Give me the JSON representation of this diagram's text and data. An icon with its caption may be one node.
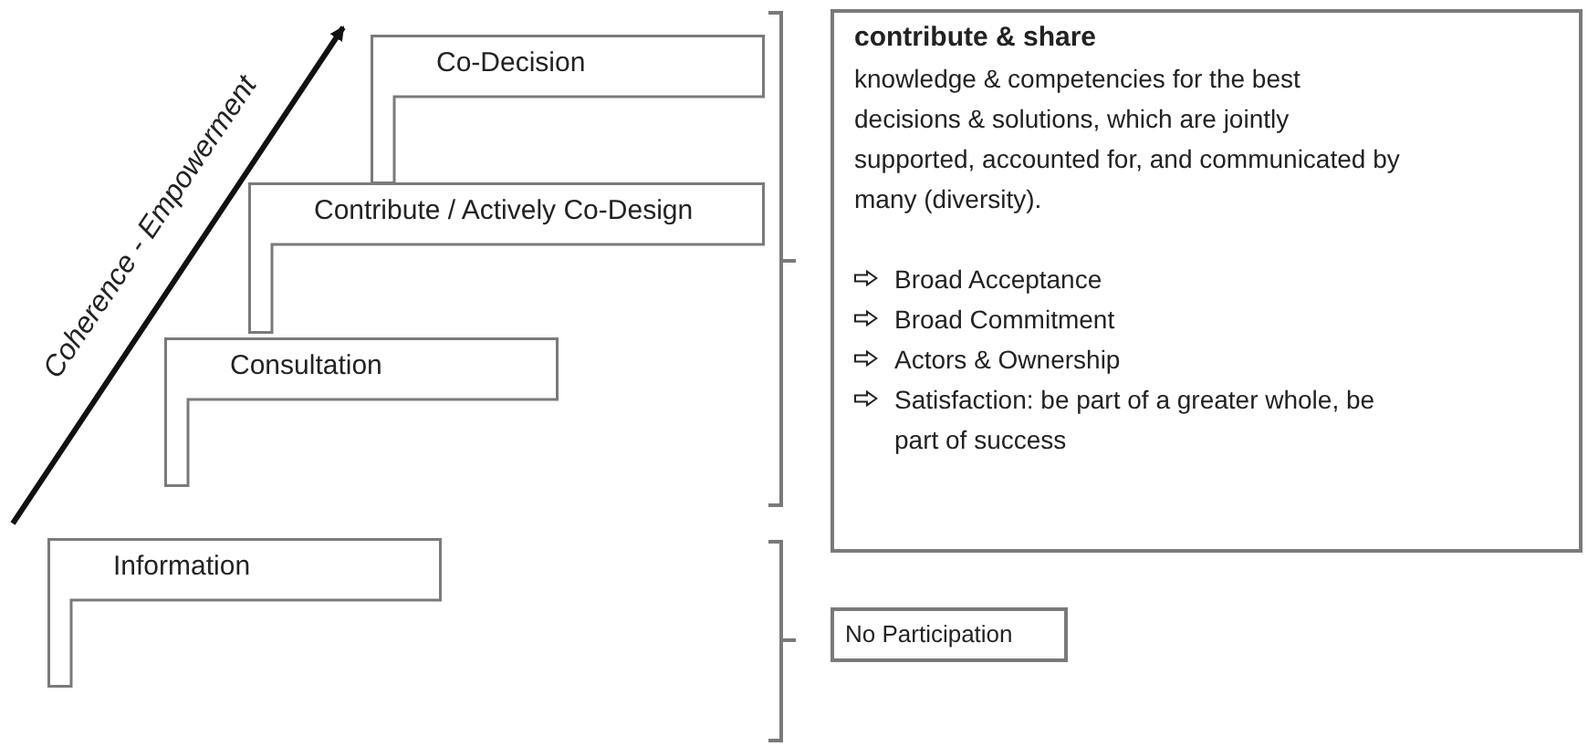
{
  "diagram": {
    "nodes": [
      {
        "text": [
          "Co-Decision"
        ]
      },
      {
        "text": [
          "Contribute / Actively Co-Design"
        ]
      },
      {
        "text": [
          "Consultation"
        ]
      },
      {
        "text": [
          "Information"
        ]
      },
      {
        "text": [
          "contribute & share",
          "knowledge & competencies for the best decisions & solutions, which are jointly supported, accounted for, and communicated by many (diversity).",
          "Broad Acceptance",
          "Broad Commitment",
          "Actors & Ownership",
          "Satisfaction: be part of a greater whole, be part of success"
        ]
      },
      {
        "text": [
          "No Participation"
        ]
      }
    ],
    "labels": [
      "Coherence - Empowerment"
    ]
  }
}
